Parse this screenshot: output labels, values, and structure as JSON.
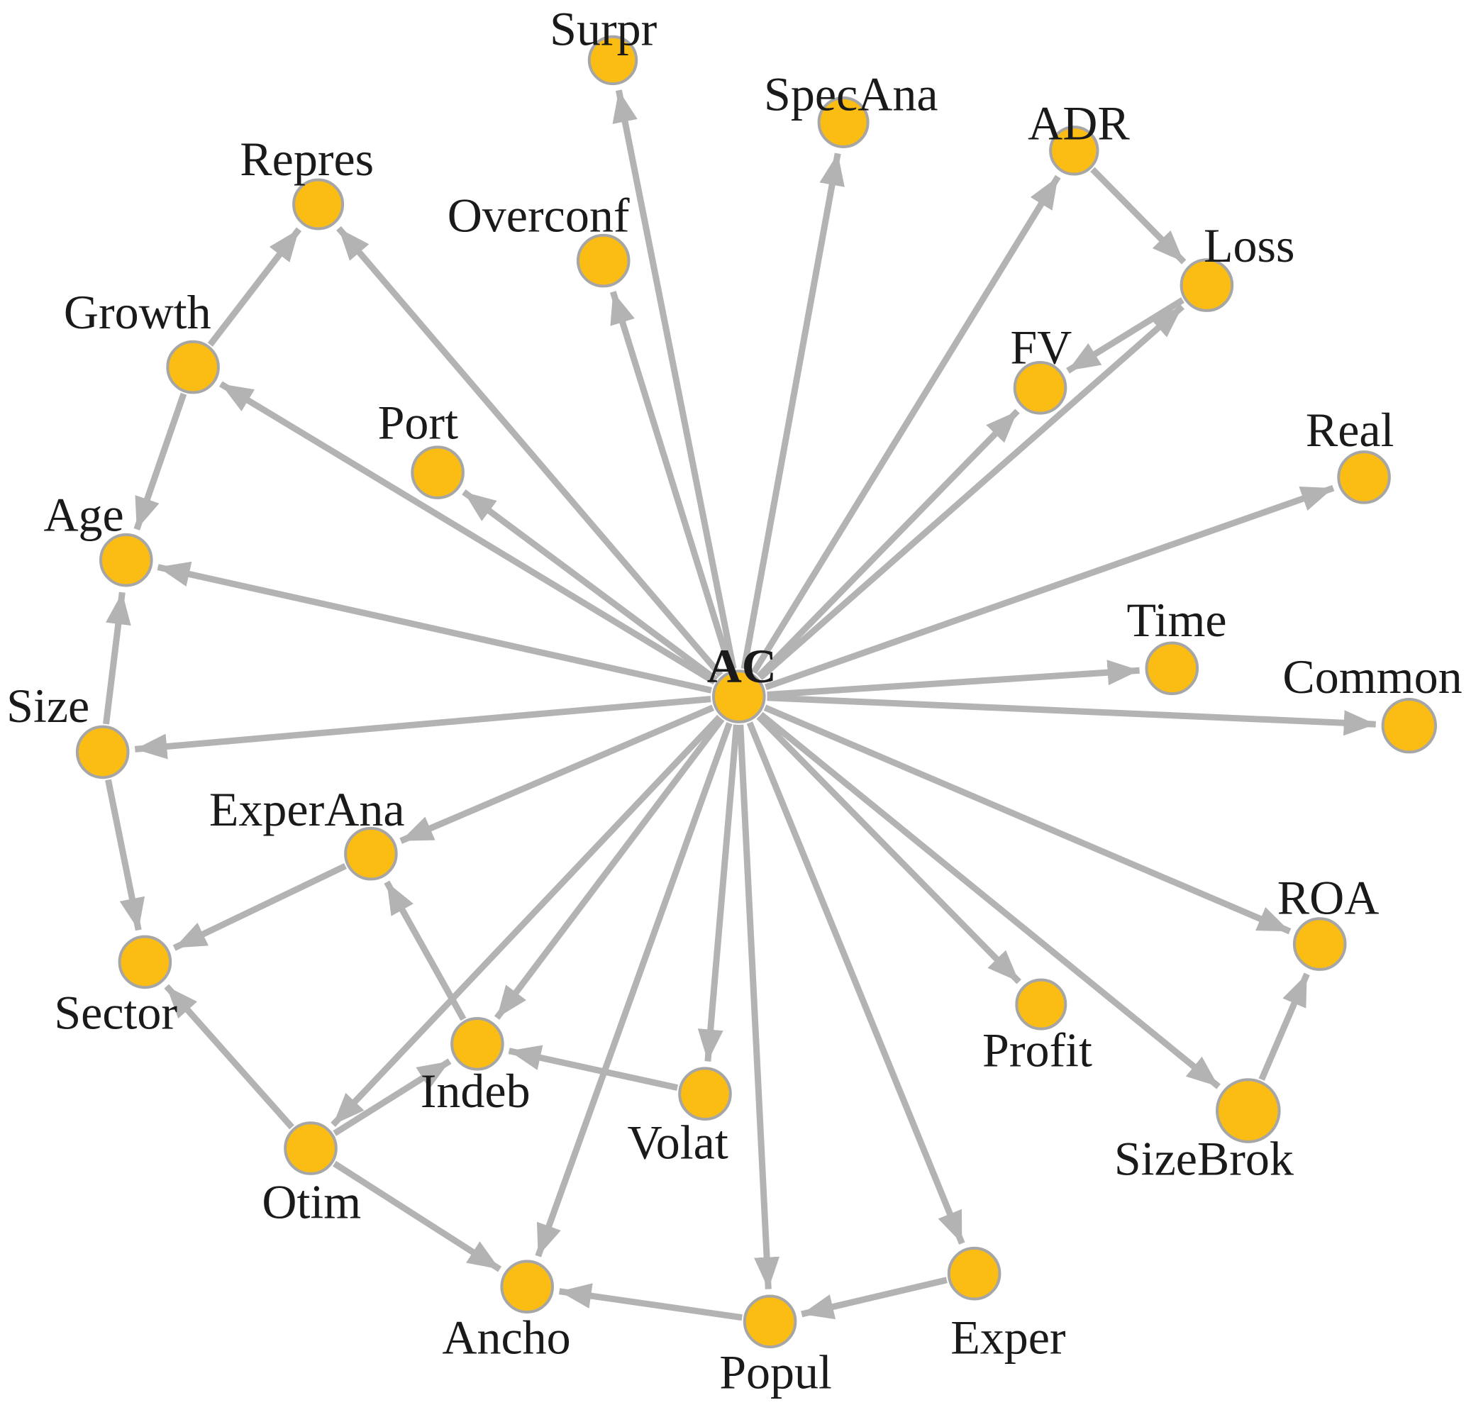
{
  "diagram": {
    "edge_color": "#b3b3b3",
    "node_fill": "#fbbd13",
    "node_stroke": "#a6a6a6",
    "label_color": "#1a1a1a",
    "nodes": [
      {
        "id": "AC",
        "label": "AC",
        "hub": true
      },
      {
        "id": "Surpr",
        "label": "Surpr"
      },
      {
        "id": "SpecAna",
        "label": "SpecAna"
      },
      {
        "id": "ADR",
        "label": "ADR"
      },
      {
        "id": "Loss",
        "label": "Loss"
      },
      {
        "id": "FV",
        "label": "FV"
      },
      {
        "id": "Real",
        "label": "Real"
      },
      {
        "id": "Time",
        "label": "Time"
      },
      {
        "id": "Common",
        "label": "Common"
      },
      {
        "id": "ROA",
        "label": "ROA"
      },
      {
        "id": "SizeBrok",
        "label": "SizeBrok"
      },
      {
        "id": "Profit",
        "label": "Profit"
      },
      {
        "id": "Exper",
        "label": "Exper"
      },
      {
        "id": "Popul",
        "label": "Popul"
      },
      {
        "id": "Ancho",
        "label": "Ancho"
      },
      {
        "id": "Volat",
        "label": "Volat"
      },
      {
        "id": "Indeb",
        "label": "Indeb"
      },
      {
        "id": "Otim",
        "label": "Otim"
      },
      {
        "id": "Sector",
        "label": "Sector"
      },
      {
        "id": "ExperAna",
        "label": "ExperAna"
      },
      {
        "id": "Size",
        "label": "Size"
      },
      {
        "id": "Age",
        "label": "Age"
      },
      {
        "id": "Growth",
        "label": "Growth"
      },
      {
        "id": "Repres",
        "label": "Repres"
      },
      {
        "id": "Port",
        "label": "Port"
      },
      {
        "id": "Overconf",
        "label": "Overconf"
      }
    ],
    "edges": [
      {
        "from": "AC",
        "to": "Surpr"
      },
      {
        "from": "AC",
        "to": "SpecAna"
      },
      {
        "from": "AC",
        "to": "ADR"
      },
      {
        "from": "AC",
        "to": "Loss"
      },
      {
        "from": "AC",
        "to": "FV"
      },
      {
        "from": "AC",
        "to": "Real"
      },
      {
        "from": "AC",
        "to": "Time"
      },
      {
        "from": "AC",
        "to": "Common"
      },
      {
        "from": "AC",
        "to": "ROA"
      },
      {
        "from": "AC",
        "to": "SizeBrok"
      },
      {
        "from": "AC",
        "to": "Profit"
      },
      {
        "from": "AC",
        "to": "Exper"
      },
      {
        "from": "AC",
        "to": "Popul"
      },
      {
        "from": "AC",
        "to": "Ancho"
      },
      {
        "from": "AC",
        "to": "Volat"
      },
      {
        "from": "AC",
        "to": "Indeb"
      },
      {
        "from": "AC",
        "to": "Otim"
      },
      {
        "from": "AC",
        "to": "Size"
      },
      {
        "from": "AC",
        "to": "Age"
      },
      {
        "from": "AC",
        "to": "Growth"
      },
      {
        "from": "AC",
        "to": "Repres"
      },
      {
        "from": "AC",
        "to": "Port"
      },
      {
        "from": "AC",
        "to": "Overconf"
      },
      {
        "from": "AC",
        "to": "ExperAna"
      },
      {
        "from": "ADR",
        "to": "Loss"
      },
      {
        "from": "Loss",
        "to": "FV"
      },
      {
        "from": "SizeBrok",
        "to": "ROA"
      },
      {
        "from": "Exper",
        "to": "Popul"
      },
      {
        "from": "Popul",
        "to": "Ancho"
      },
      {
        "from": "Volat",
        "to": "Indeb"
      },
      {
        "from": "Indeb",
        "to": "ExperAna"
      },
      {
        "from": "Otim",
        "to": "Ancho"
      },
      {
        "from": "Otim",
        "to": "Sector"
      },
      {
        "from": "Otim",
        "to": "Indeb"
      },
      {
        "from": "ExperAna",
        "to": "Sector"
      },
      {
        "from": "Size",
        "to": "Sector"
      },
      {
        "from": "Size",
        "to": "Age"
      },
      {
        "from": "Growth",
        "to": "Age"
      },
      {
        "from": "Growth",
        "to": "Repres"
      }
    ]
  }
}
